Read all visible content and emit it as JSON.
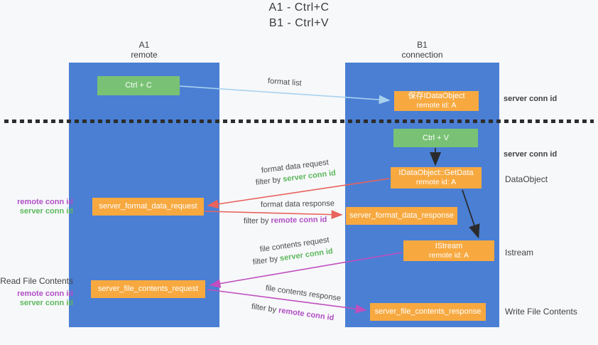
{
  "title": {
    "line1": "A1 - Ctrl+C",
    "line2": "B1 - Ctrl+V"
  },
  "columns": {
    "left": {
      "name": "A1",
      "role": "remote"
    },
    "right": {
      "name": "B1",
      "role": "connection"
    }
  },
  "nodes": {
    "ctrl_c": {
      "label": "Ctrl + C"
    },
    "ctrl_v": {
      "label": "Ctrl + V"
    },
    "save_dataobject": {
      "line1": "保存IDataObject",
      "line2": "remote id: A"
    },
    "getdata": {
      "line1": "IDataObject::GetData",
      "line2": "remote id: A"
    },
    "istream": {
      "line1": "IStream",
      "line2": "remote id: A"
    },
    "format_request": {
      "label": "server_format_data_request"
    },
    "format_response": {
      "label": "server_format_data_response"
    },
    "file_request": {
      "label": "server_file_contents_request"
    },
    "file_response": {
      "label": "server_file_contents_response"
    }
  },
  "arrows": {
    "format_list": {
      "label": "format list"
    },
    "format_data_request": {
      "label": "format data request",
      "filter_prefix": "filter by ",
      "filter_key": "server conn id"
    },
    "format_data_response": {
      "label": "format data response",
      "filter_prefix": "filter by ",
      "filter_key": "remote conn id"
    },
    "file_contents_request": {
      "label": "file contents request",
      "filter_prefix": "filter by ",
      "filter_key": "server conn id"
    },
    "file_contents_response": {
      "label": "file contents response",
      "filter_prefix": "filter by ",
      "filter_key": "remote conn id"
    }
  },
  "side_labels": {
    "right_top_server_conn": "server conn id",
    "right_mid_server_conn": "server conn id",
    "dataobject": "DataObject",
    "istream": "Istream",
    "write_file": "Write File Contents",
    "read_file": "Read File Contents",
    "format_remote_conn": "remote conn id",
    "format_server_conn": "server conn id",
    "file_remote_conn": "remote conn id",
    "file_server_conn": "server conn id"
  },
  "colors": {
    "lifeline_blue": "#4a7fd4",
    "node_green": "#79c275",
    "node_orange": "#f7a940",
    "arrow_light_blue": "#a8d2ee",
    "arrow_red": "#e8635c",
    "arrow_magenta": "#bf4fbf",
    "arrow_black": "#2b2b2b",
    "text_green": "#5cb85c",
    "text_purple": "#b04fc4"
  }
}
